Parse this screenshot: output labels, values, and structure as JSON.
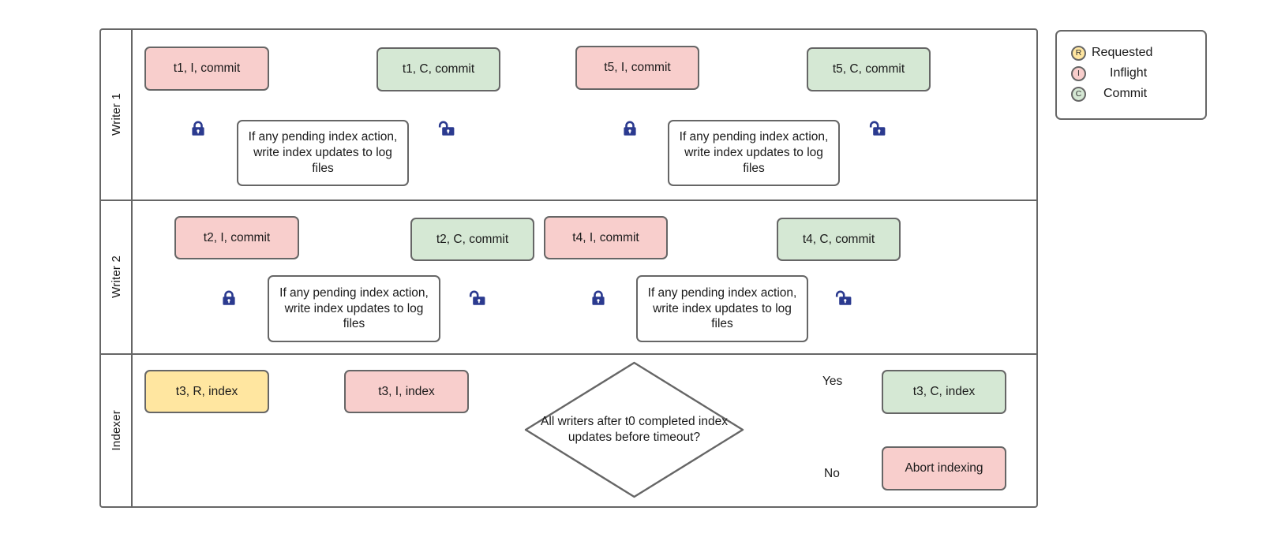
{
  "diagram": {
    "title": "Writer / Indexer concurrency swimlane diagram",
    "colors": {
      "inflight": "#f8cecc",
      "commit": "#d5e8d4",
      "requested": "#ffe6a0",
      "stroke": "#666666",
      "lock": "#2b3a8f",
      "text": "#1a1a1a"
    }
  },
  "lanes": [
    {
      "label": "Writer 1"
    },
    {
      "label": "Writer 2"
    },
    {
      "label": "Indexer"
    }
  ],
  "writer1": {
    "t1_inflight": "t1, I, commit",
    "t1_commit": "t1, C, commit",
    "t1_process": "If any pending index action, write index updates to log files",
    "t5_inflight": "t5, I, commit",
    "t5_commit": "t5, C, commit",
    "t5_process": "If any pending index action, write index updates to log files",
    "lock_closed_1": "lock-closed",
    "lock_open_1": "lock-open",
    "lock_closed_2": "lock-closed",
    "lock_open_2": "lock-open"
  },
  "writer2": {
    "t2_inflight": "t2, I, commit",
    "t2_commit": "t2, C, commit",
    "t2_process": "If any pending index action, write index updates to log files",
    "t4_inflight": "t4, I, commit",
    "t4_commit": "t4, C, commit",
    "t4_process": "If any pending index action, write index updates to log files",
    "lock_closed_1": "lock-closed",
    "lock_open_1": "lock-open",
    "lock_closed_2": "lock-closed",
    "lock_open_2": "lock-open"
  },
  "indexer": {
    "t3_requested": "t3, R, index",
    "t3_inflight": "t3, I, index",
    "decision": "All writers after t0 completed index updates before timeout?",
    "yes_label": "Yes",
    "no_label": "No",
    "t3_commit": "t3, C, index",
    "abort": "Abort indexing"
  },
  "legend": {
    "items": [
      {
        "badge": "R",
        "label": "Requested",
        "color": "#ffe6a0"
      },
      {
        "badge": "I",
        "label": "Inflight",
        "color": "#f8cecc"
      },
      {
        "badge": "C",
        "label": "Commit",
        "color": "#d5e8d4"
      }
    ]
  }
}
